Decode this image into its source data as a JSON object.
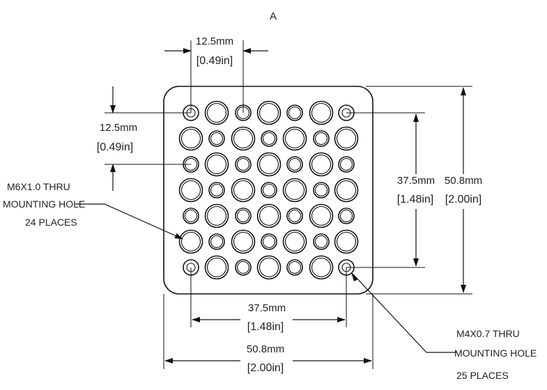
{
  "view_label": "A",
  "dims": {
    "top_spacing": {
      "value": "12.5mm",
      "alt": "[0.49in]"
    },
    "left_spacing": {
      "value": "12.5mm",
      "alt": "[0.49in]"
    },
    "right_inner": {
      "value": "37.5mm",
      "alt": "[1.48in]"
    },
    "right_outer": {
      "value": "50.8mm",
      "alt": "[2.00in]"
    },
    "bottom_inner": {
      "value": "37.5mm",
      "alt": "[1.48in]"
    },
    "bottom_outer": {
      "value": "50.8mm",
      "alt": "[2.00in]"
    }
  },
  "callouts": {
    "m6": {
      "line1": "M6X1.0 THRU",
      "line2": "MOUNTING HOLE",
      "line3": "24 PLACES"
    },
    "m4": {
      "line1": "M4X0.7 THRU",
      "line2": "MOUNTING HOLE",
      "line3": "25 PLACES"
    }
  }
}
